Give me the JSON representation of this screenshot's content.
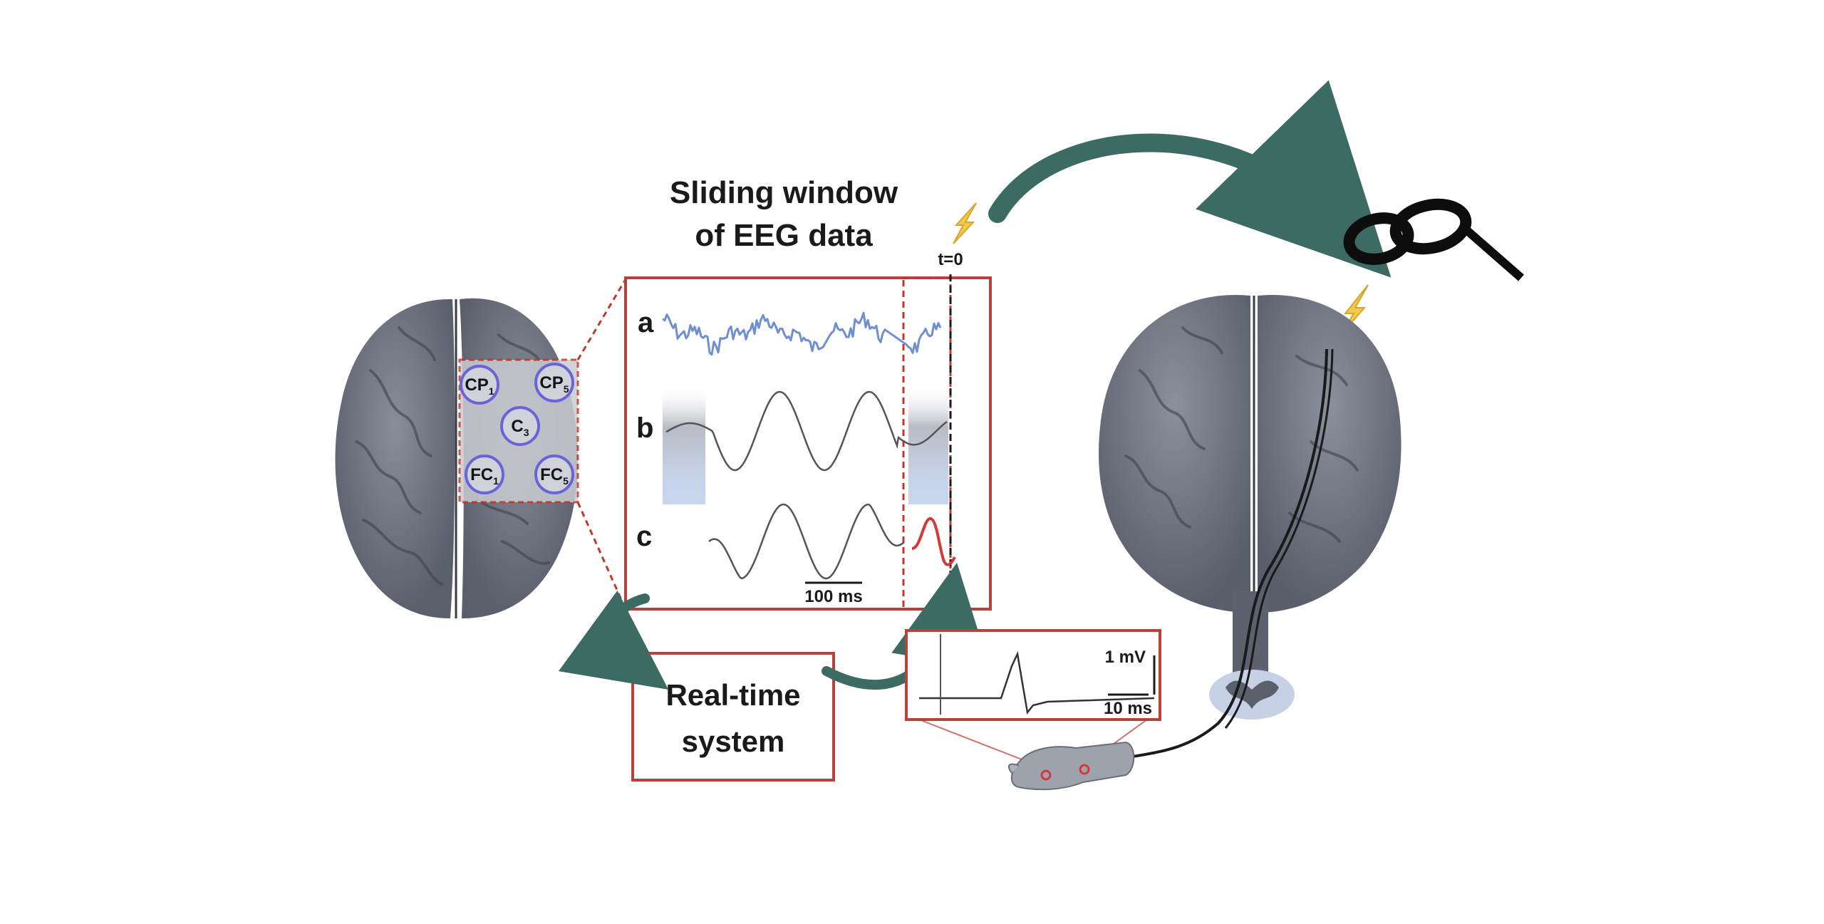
{
  "title": {
    "line1": "Sliding window",
    "line2": "of EEG data"
  },
  "time_marker": "t=0",
  "rows": {
    "a": "a",
    "b": "b",
    "c": "c"
  },
  "scale_bars": {
    "eeg_time": "100 ms",
    "emg_voltage": "1 mV",
    "emg_time": "10 ms"
  },
  "system_box": {
    "line1": "Real-time",
    "line2": "system"
  },
  "electrodes": [
    {
      "base": "CP",
      "sub": "1"
    },
    {
      "base": "CP",
      "sub": "5"
    },
    {
      "base": "C",
      "sub": "3"
    },
    {
      "base": "FC",
      "sub": "1"
    },
    {
      "base": "FC",
      "sub": "5"
    }
  ],
  "icons": [
    "brain-top-icon",
    "brain-front-icon",
    "tms-coil-icon",
    "lightning-bolt-icon",
    "hand-icon",
    "spinal-cord-icon"
  ],
  "colors": {
    "box_border": "#b5433b",
    "brain": "#6d717e",
    "brain_dark": "#4d515d",
    "arrow": "#3c6b63",
    "eeg_raw": "#6f8fd1",
    "electrode_ring": "#6b63d8",
    "pulse": "#f2c94c",
    "highlight": "#d23a3a"
  }
}
